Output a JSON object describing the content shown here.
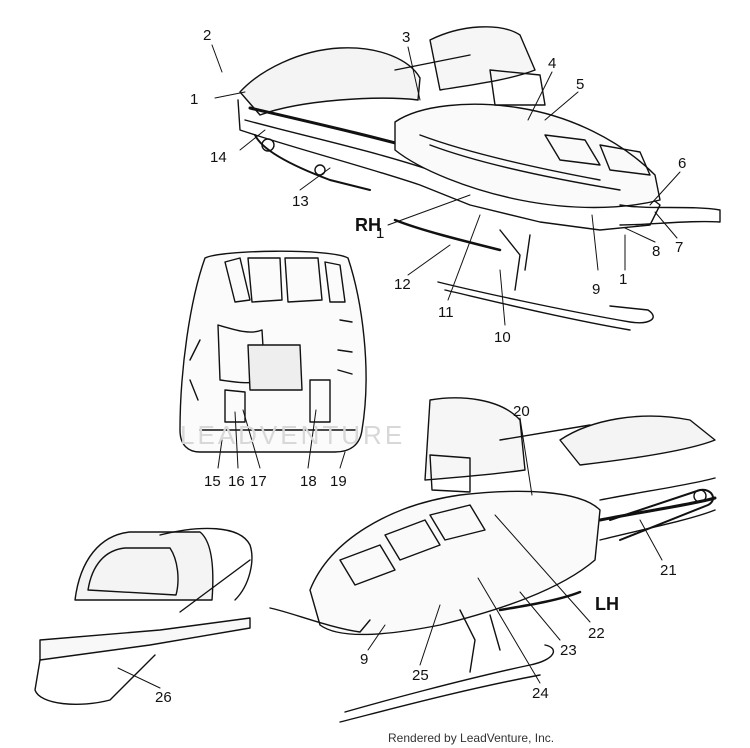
{
  "sides": {
    "rh": "RH",
    "lh": "LH"
  },
  "watermark": "LEADVENTURE",
  "footer": "Rendered by LeadVenture, Inc.",
  "callouts": {
    "c1a": "1",
    "c2": "2",
    "c3": "3",
    "c4": "4",
    "c5": "5",
    "c6": "6",
    "c7": "7",
    "c8": "8",
    "c9a": "9",
    "c1b": "1",
    "c1c": "1",
    "c10": "10",
    "c11": "11",
    "c12": "12",
    "c13": "13",
    "c14": "14",
    "c15": "15",
    "c16": "16",
    "c17": "17",
    "c18": "18",
    "c19": "19",
    "c20": "20",
    "c21": "21",
    "c22": "22",
    "c23": "23",
    "c24": "24",
    "c25": "25",
    "c9b": "9",
    "c26": "26"
  }
}
